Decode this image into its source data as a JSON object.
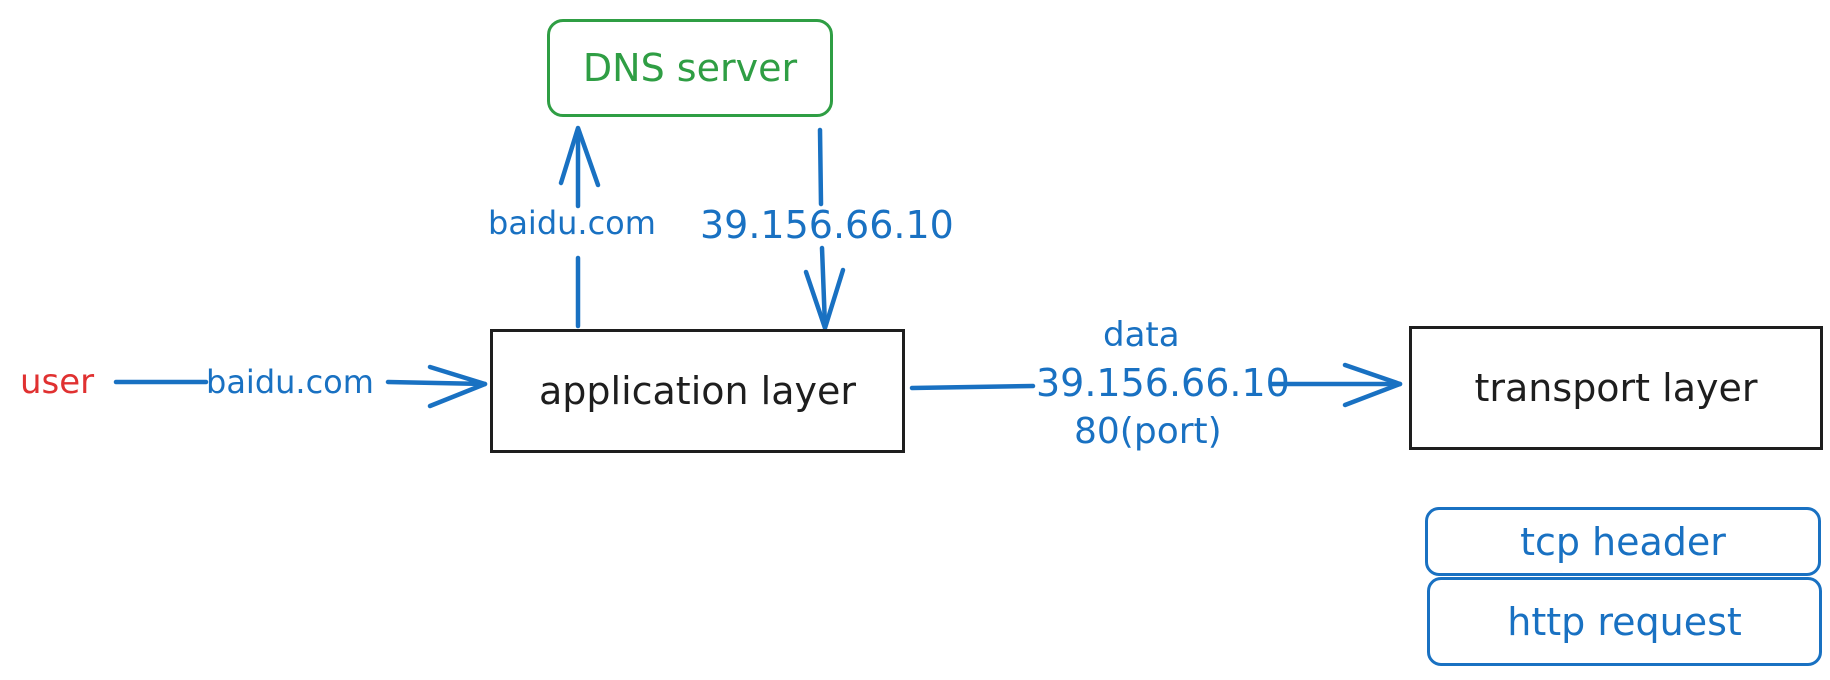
{
  "nodes": {
    "dns_server": "DNS server",
    "application_layer": "application layer",
    "transport_layer": "transport layer",
    "tcp_header": "tcp header",
    "http_request": "http request"
  },
  "labels": {
    "user": "user",
    "user_to_app_domain": "baidu.com",
    "app_to_dns_domain": "baidu.com",
    "dns_to_app_ip": "39.156.66.10",
    "app_to_transport_data": "data",
    "app_to_transport_ip": "39.156.66.10",
    "app_to_transport_port": "80(port)"
  },
  "colors": {
    "arrow": "#1971c2",
    "dns_box": "#2f9e44",
    "user_text": "#e03131",
    "layer_box": "#1e1e1e",
    "header_boxes": "#1971c2"
  }
}
